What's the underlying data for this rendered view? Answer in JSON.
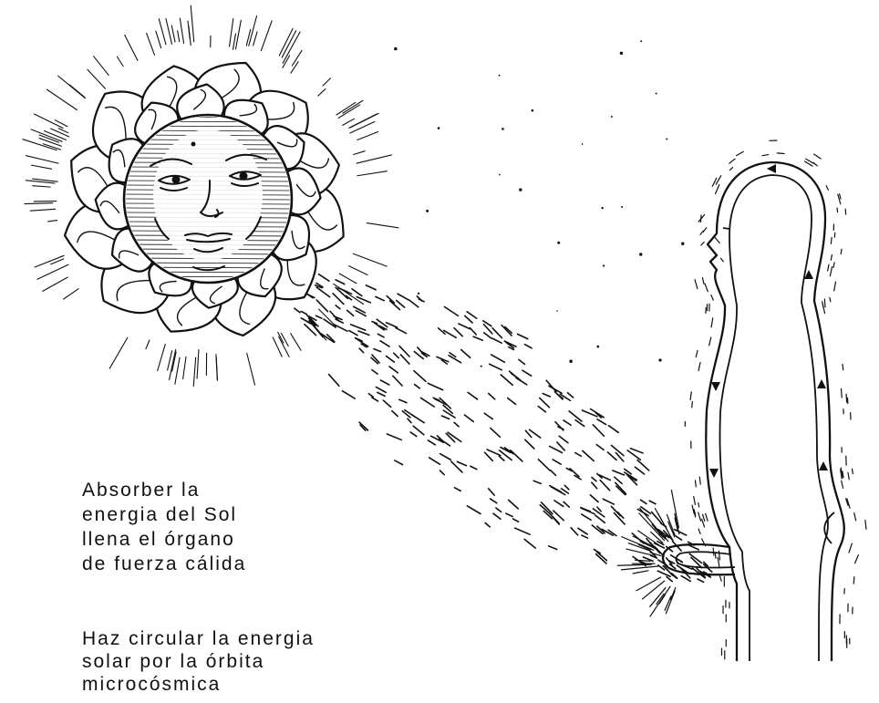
{
  "captions": [
    {
      "lines": [
        "Absorber la",
        "energia del Sol",
        "llena el órgano",
        "de fuerza cálida"
      ]
    },
    {
      "lines": [
        "Haz circular la energia",
        "solar por la órbita",
        "microcósmica"
      ]
    }
  ],
  "colors": {
    "ink": "#111111",
    "background": "#ffffff"
  }
}
